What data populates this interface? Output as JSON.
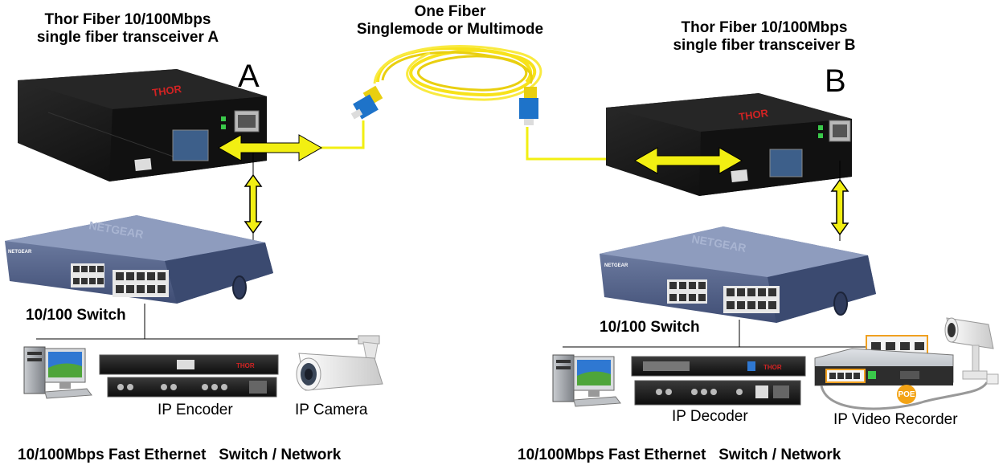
{
  "title_a": [
    "Thor Fiber 10/100Mbps",
    "single fiber transceiver A"
  ],
  "title_center": [
    "One Fiber",
    "Singlemode or Multimode"
  ],
  "title_b": [
    "Thor Fiber 10/100Mbps",
    "single fiber transceiver B"
  ],
  "letter_a": "A",
  "letter_b": "B",
  "switch_a_label": "10/100 Switch",
  "switch_b_label": "10/100 Switch",
  "encoder_label": "IP Encoder",
  "camera_label": "IP Camera",
  "decoder_label": "IP Decoder",
  "recorder_label": "IP Video Recorder",
  "poe_label": "POE",
  "network_a_label": "10/100Mbps Fast Ethernet   Switch / Network",
  "network_b_label": "10/100Mbps Fast Ethernet   Switch / Network",
  "brand_netgear": "NETGEAR",
  "brand_thor": "THOR",
  "colors": {
    "fiber_yellow": "#f7e21a",
    "arrow_yellow": "#f2ef12",
    "device_black": "#161616",
    "switch_blue": "#4a5a82"
  }
}
